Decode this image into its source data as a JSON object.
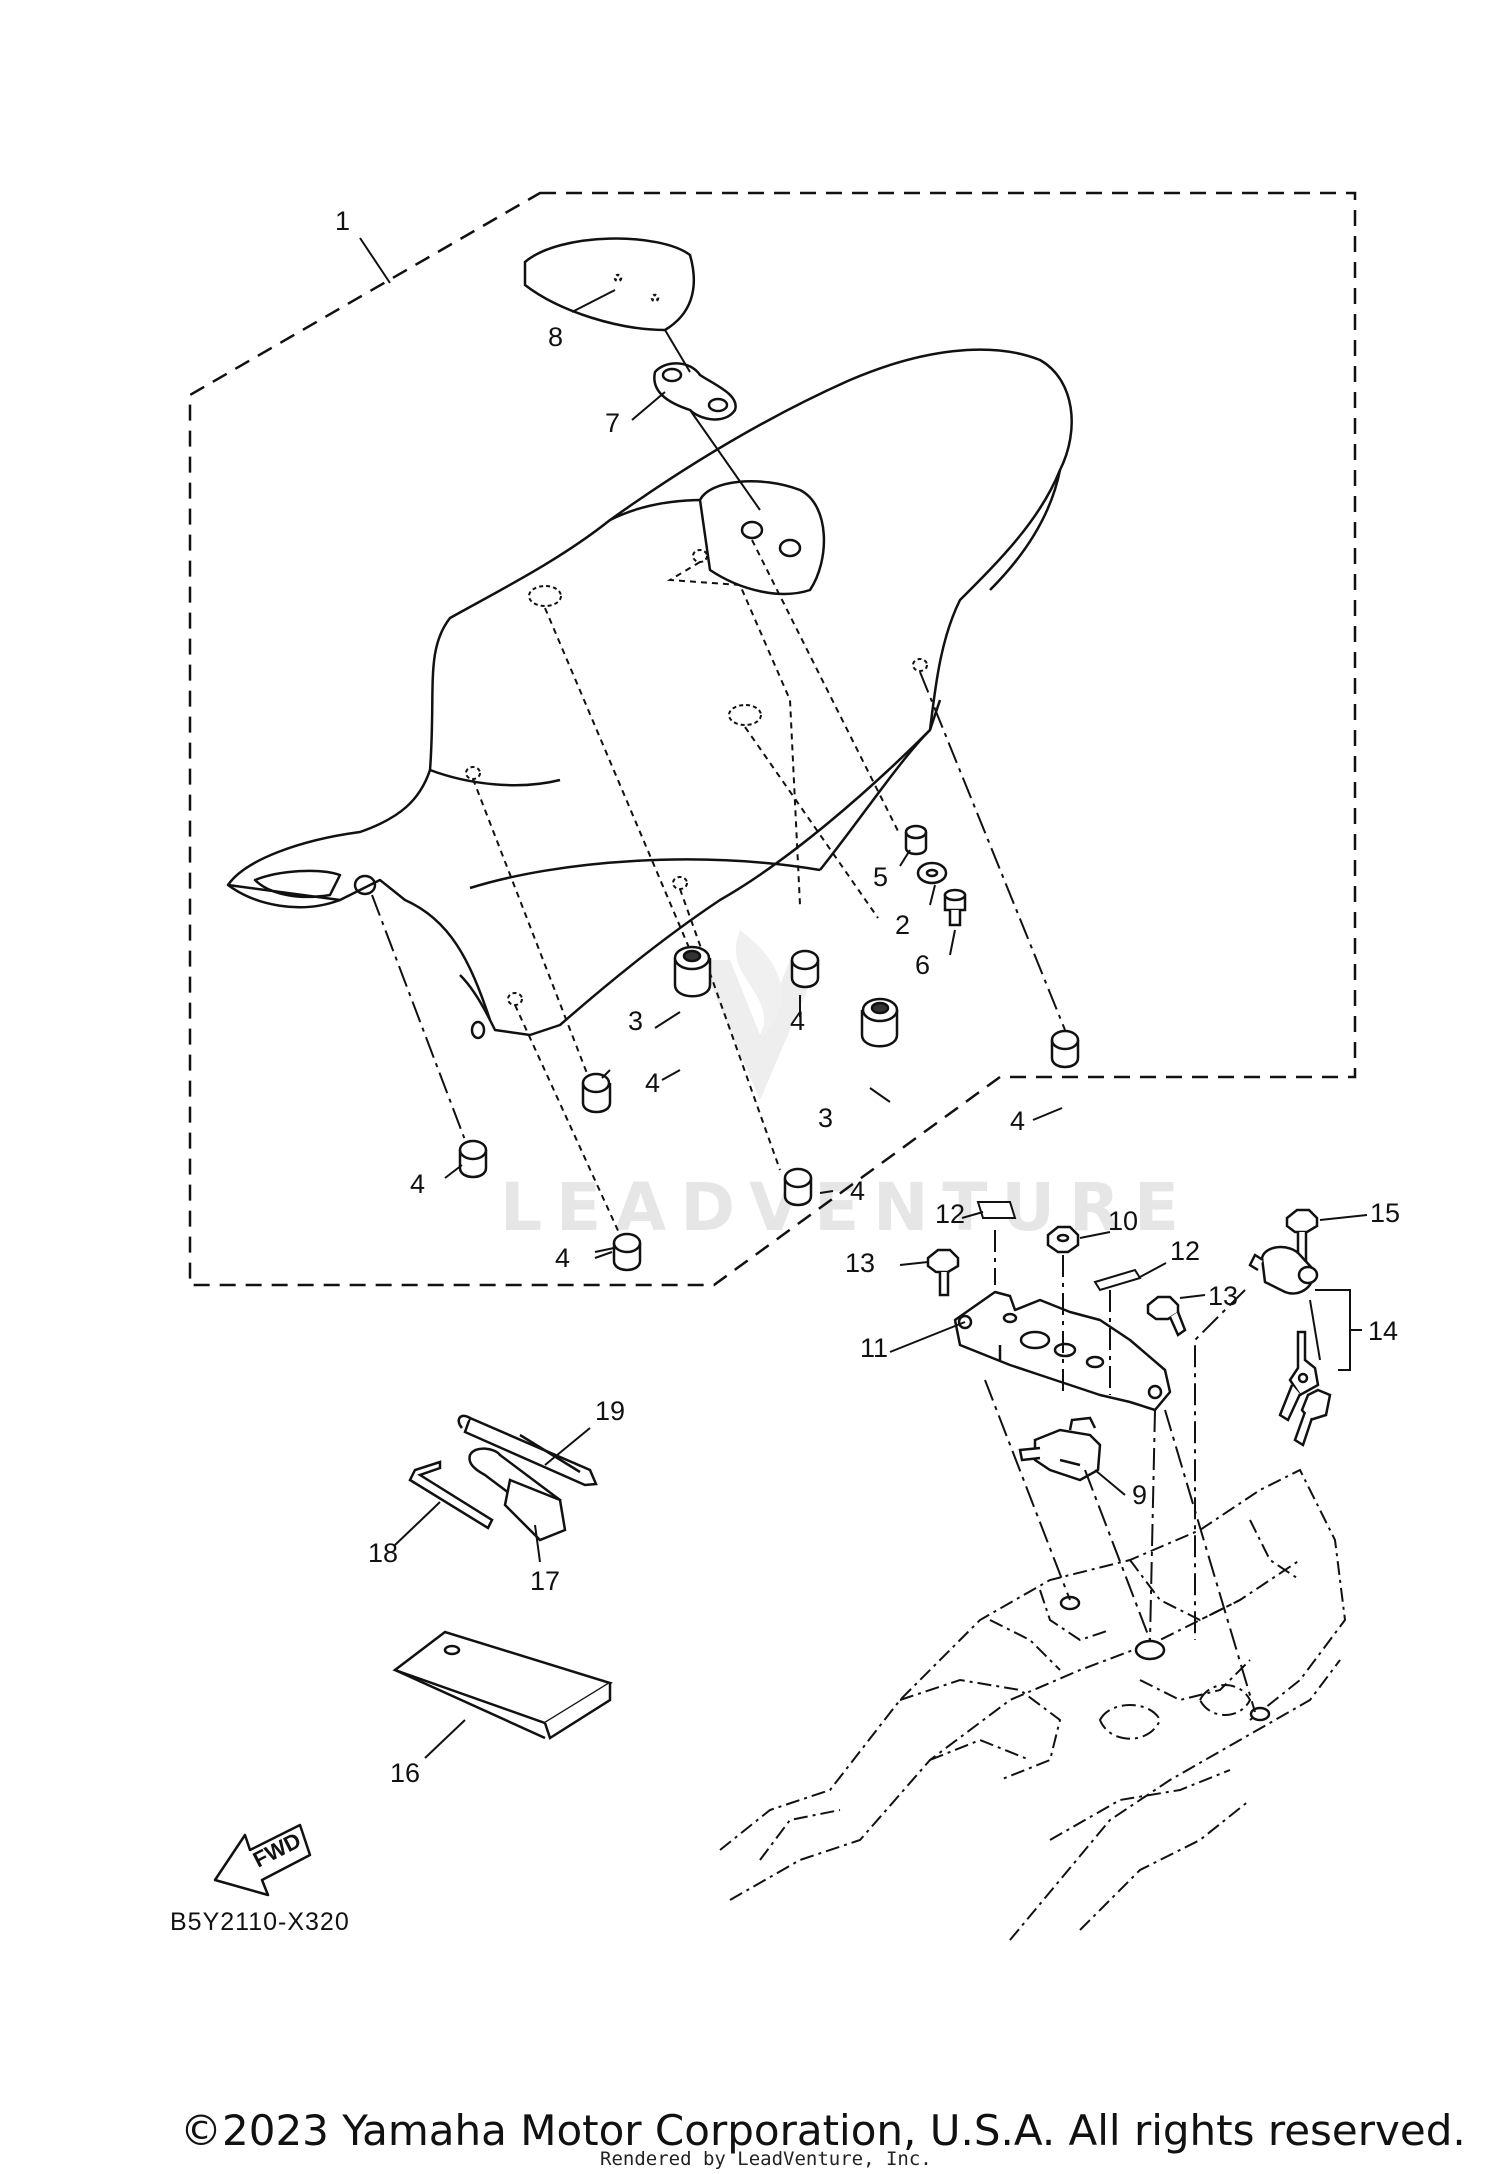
{
  "diagram": {
    "callouts": [
      {
        "id": "c1",
        "label": "1"
      },
      {
        "id": "c2",
        "label": "2"
      },
      {
        "id": "c3a",
        "label": "3"
      },
      {
        "id": "c3b",
        "label": "3"
      },
      {
        "id": "c4a",
        "label": "4"
      },
      {
        "id": "c4b",
        "label": "4"
      },
      {
        "id": "c4c",
        "label": "4"
      },
      {
        "id": "c4d",
        "label": "4"
      },
      {
        "id": "c4e",
        "label": "4"
      },
      {
        "id": "c4f",
        "label": "4"
      },
      {
        "id": "c5",
        "label": "5"
      },
      {
        "id": "c6",
        "label": "6"
      },
      {
        "id": "c7",
        "label": "7"
      },
      {
        "id": "c8",
        "label": "8"
      },
      {
        "id": "c9",
        "label": "9"
      },
      {
        "id": "c10",
        "label": "10"
      },
      {
        "id": "c11",
        "label": "11"
      },
      {
        "id": "c12a",
        "label": "12"
      },
      {
        "id": "c12b",
        "label": "12"
      },
      {
        "id": "c13a",
        "label": "13"
      },
      {
        "id": "c13b",
        "label": "13"
      },
      {
        "id": "c14",
        "label": "14"
      },
      {
        "id": "c15",
        "label": "15"
      },
      {
        "id": "c16",
        "label": "16"
      },
      {
        "id": "c17",
        "label": "17"
      },
      {
        "id": "c18",
        "label": "18"
      },
      {
        "id": "c19",
        "label": "19"
      }
    ],
    "fwd_label": "FWD",
    "diagram_code": "B5Y2110-X320",
    "watermark": "LEADVENTURE"
  },
  "footer": {
    "copyright": "©2023 Yamaha Motor Corporation, U.S.A. All rights reserved.",
    "rendered_by": "Rendered by LeadVenture, Inc."
  }
}
